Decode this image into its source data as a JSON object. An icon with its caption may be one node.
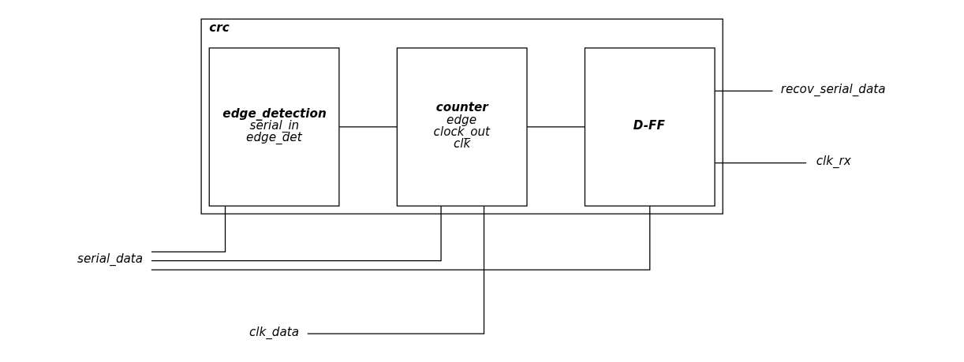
{
  "diagram": {
    "nodes": [
      {
        "text": [
          "crc"
        ]
      },
      {
        "text": [
          "edge_detection",
          "serial_in",
          "edge_det"
        ],
        "in": 0
      },
      {
        "text": [
          "counter",
          "edge",
          "clock_out",
          "clk"
        ],
        "in": 0
      },
      {
        "text": [
          "D-FF"
        ],
        "in": 0
      },
      {
        "text": [
          "serial_data"
        ]
      },
      {
        "text": [
          "clk_data"
        ]
      },
      {
        "text": [
          "recov_serial_data"
        ]
      },
      {
        "text": [
          "clk_rx"
        ]
      }
    ],
    "edges": [
      {
        "from": 4,
        "to": 1,
        "arrow": "none"
      },
      {
        "from": 4,
        "to": 2,
        "arrow": "none"
      },
      {
        "from": 4,
        "to": 3,
        "arrow": "none"
      },
      {
        "from": 1,
        "to": 2,
        "arrow": "none"
      },
      {
        "from": 2,
        "to": 3,
        "arrow": "none"
      },
      {
        "from": 5,
        "to": 2,
        "arrow": "none"
      },
      {
        "from": 3,
        "to": 6,
        "arrow": "none"
      },
      {
        "from": 3,
        "to": 7,
        "arrow": "none"
      }
    ]
  }
}
